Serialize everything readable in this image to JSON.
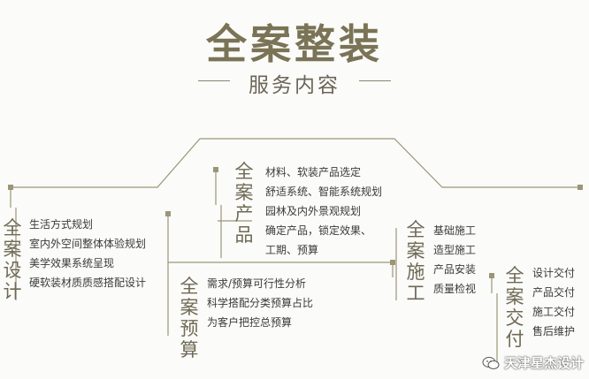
{
  "header": {
    "title": "全案整装",
    "subtitle": "服务内容"
  },
  "sections": {
    "design": {
      "heading": [
        "全",
        "案",
        "设",
        "计"
      ],
      "items": [
        "生活方式规划",
        "室内外空间整体体验规划",
        "美学效果系统呈现",
        "硬软装材质质感搭配设计"
      ]
    },
    "products": {
      "heading": [
        "全",
        "案",
        "产",
        "品"
      ],
      "items": [
        "材料、软装产品选定",
        "舒适系统、智能系统规划",
        "园林及内外景观规划",
        "确定产品，锁定效果、",
        "工期、预算"
      ]
    },
    "budget": {
      "heading": [
        "全",
        "案",
        "预",
        "算"
      ],
      "items": [
        "需求/预算可行性分析",
        "科学搭配分类预算占比",
        "为客户把控总预算"
      ]
    },
    "construction": {
      "heading": [
        "全",
        "案",
        "施",
        "工"
      ],
      "items": [
        "基础施工",
        "造型施工",
        "产品安装",
        "质量检视"
      ]
    },
    "delivery": {
      "heading": [
        "全",
        "案",
        "交",
        "付"
      ],
      "items": [
        "设计交付",
        "产品交付",
        "施工交付",
        "售后维护"
      ]
    }
  },
  "watermark": {
    "text": "天津星杰设计",
    "icon": "wechat-icon"
  },
  "colors": {
    "accent": "#7a7356",
    "line": "#9b9679",
    "text": "#3a3a3a"
  }
}
